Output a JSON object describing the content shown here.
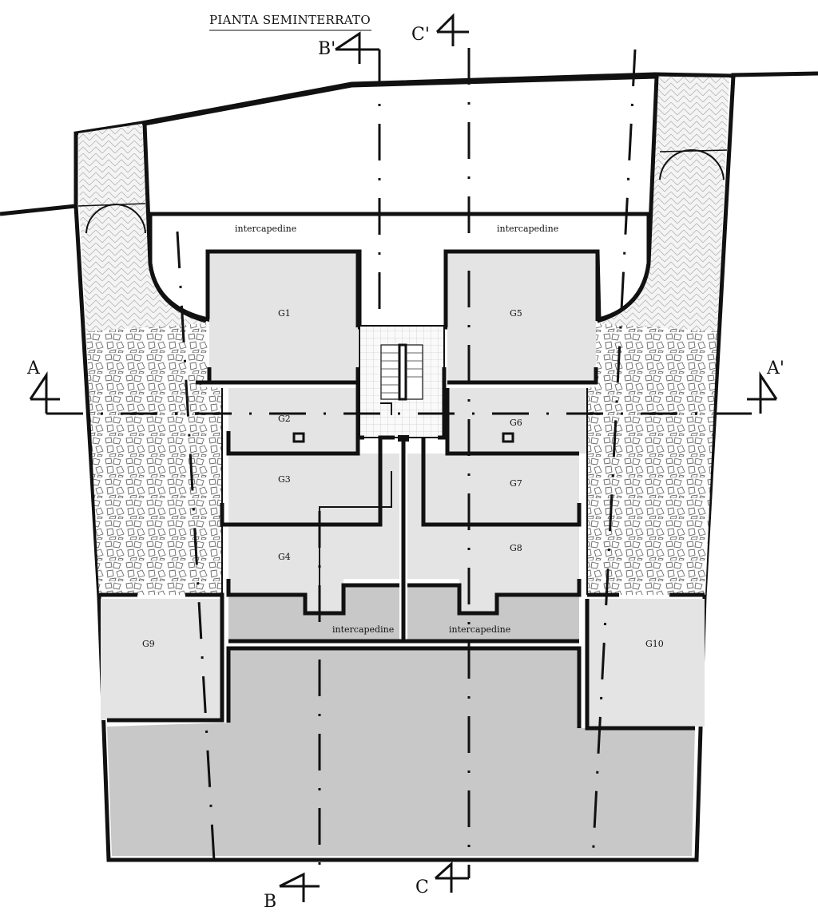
{
  "title": "PIANTA SEMINTERRATO",
  "rooms": {
    "g1": "G1",
    "g2": "G2",
    "g3": "G3",
    "g4": "G4",
    "g5": "G5",
    "g6": "G6",
    "g7": "G7",
    "g8": "G8",
    "g9": "G9",
    "g10": "G10"
  },
  "intercapedine": {
    "top_left": "intercapedine",
    "top_right": "intercapedine",
    "bottom_left": "intercapedine",
    "bottom_right": "intercapedine"
  },
  "sections": {
    "a": "A",
    "a_prime": "A'",
    "b": "B",
    "b_prime": "B'",
    "c": "C",
    "c_prime": "C'"
  },
  "colors": {
    "wall": "#111111",
    "ramp": "#c8c8c8",
    "room": "#e4e4e4",
    "paving": "#ffffff"
  }
}
